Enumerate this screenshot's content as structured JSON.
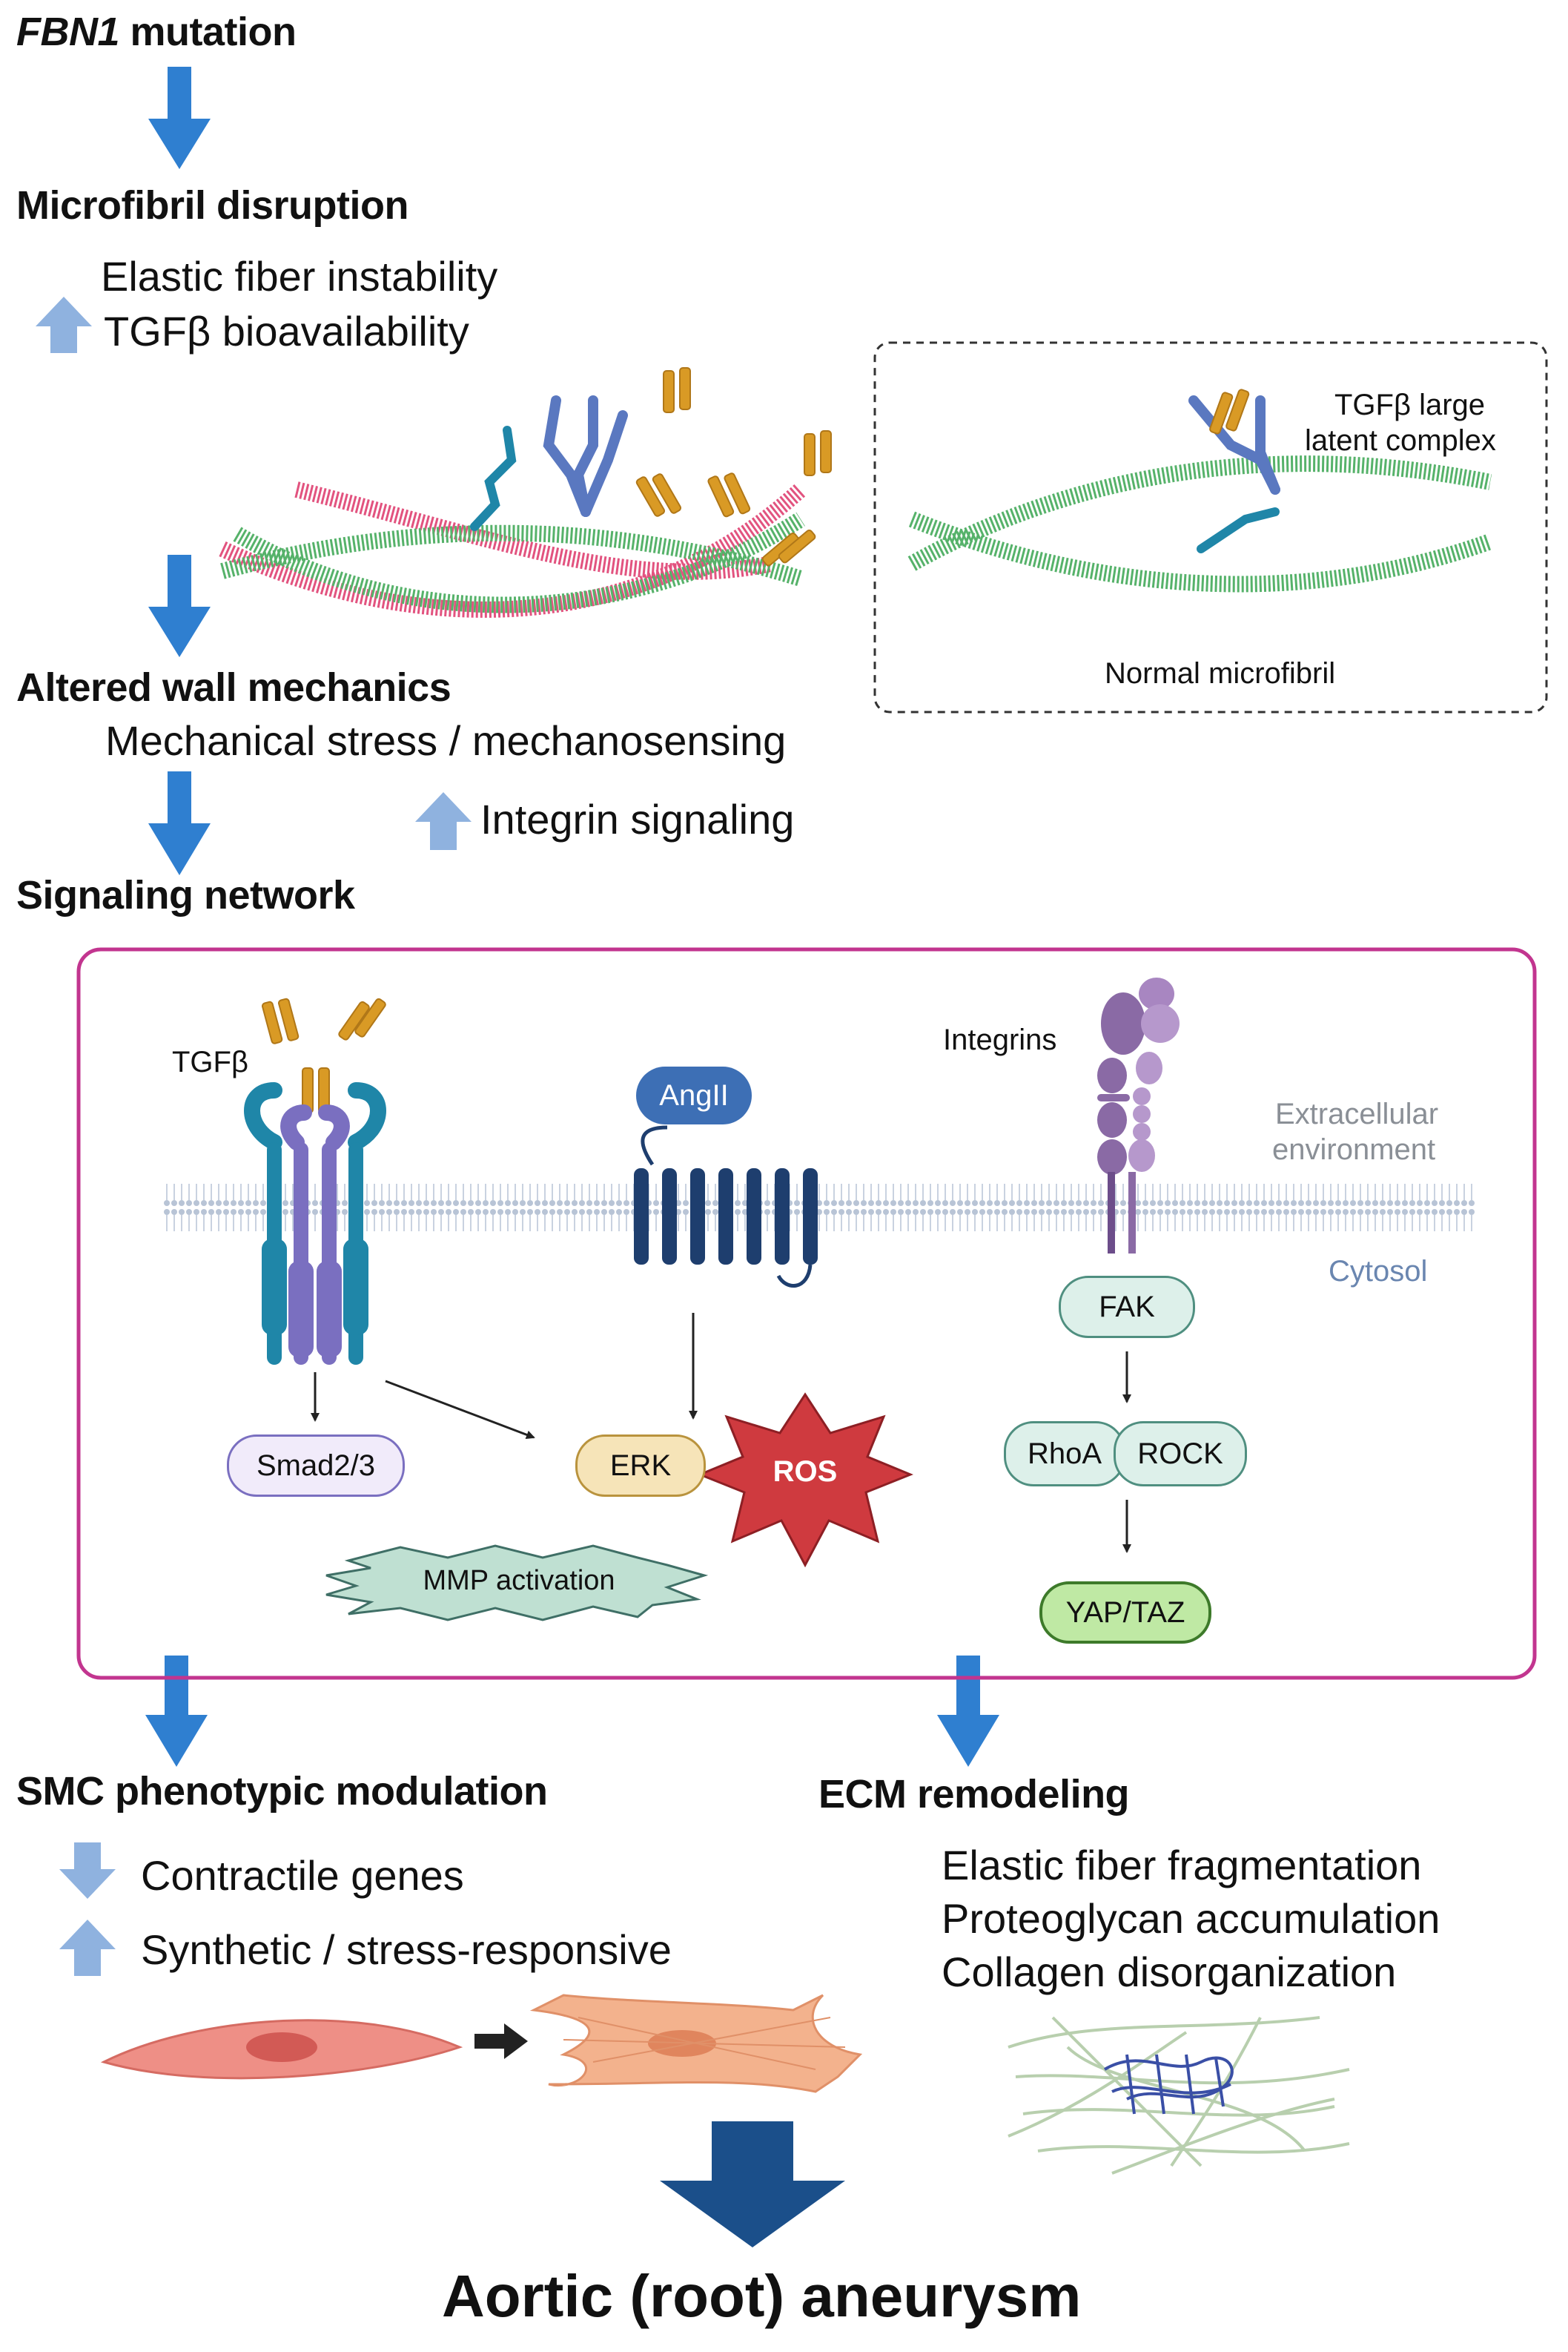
{
  "steps": {
    "fbn1_gene": "FBN1",
    "fbn1_rest": " mutation",
    "microfibril": "Microfibril disruption",
    "wall": "Altered wall mechanics",
    "signaling": "Signaling network",
    "smc": "SMC phenotypic modulation",
    "ecm": "ECM remodeling",
    "outcome": "Aortic (root) aneurysm"
  },
  "microfibril_effects": [
    "Elastic fiber instability",
    "TGFβ bioavailability"
  ],
  "normal_inset": {
    "complex_label_1": "TGFβ large",
    "complex_label_2": "latent complex",
    "caption": "Normal microfibril"
  },
  "mechanics": {
    "line1": "Mechanical stress / mechanosensing",
    "line2": "Integrin signaling"
  },
  "network": {
    "tgfb_label": "TGFβ",
    "angii_label": "AngII",
    "integrins_label": "Integrins",
    "extracellular_1": "Extracellular",
    "extracellular_2": "environment",
    "cytosol": "Cytosol",
    "smad": "Smad2/3",
    "erk": "ERK",
    "ros": "ROS",
    "mmp": "MMP activation",
    "fak": "FAK",
    "rhoa": "RhoA",
    "rock": "ROCK",
    "yap": "YAP/TAZ"
  },
  "smc_effects": [
    "Contractile genes",
    "Synthetic / stress-responsive"
  ],
  "ecm_effects": [
    "Elastic fiber fragmentation",
    "Proteoglycan accumulation",
    "Collagen disorganization"
  ],
  "colors": {
    "flow_arrow": "#2f7fd0",
    "up_arrow": "#8fb2df",
    "network_border": "#c2358f",
    "tgfb_ligand": "#d99a25",
    "receptor_teal": "#1f86a8",
    "receptor_purple": "#7a6fc0",
    "gpcr": "#1e3e6e",
    "integrin": "#8a6aa5",
    "ros": "#cf3a3f",
    "final_arrow": "#1b4f8a"
  }
}
